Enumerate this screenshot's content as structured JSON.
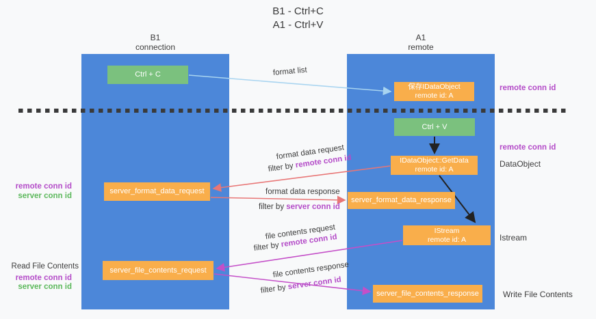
{
  "title": {
    "line1": "B1 - Ctrl+C",
    "line2": "A1 - Ctrl+V"
  },
  "lanes": {
    "left": {
      "name": "B1",
      "role": "connection"
    },
    "right": {
      "name": "A1",
      "role": "remote"
    }
  },
  "boxes": {
    "ctrl_c": "Ctrl + C",
    "ctrl_v": "Ctrl + V",
    "save_dataobject": {
      "line1": "保存IDataObject",
      "line2": "remote id: A"
    },
    "getdata": {
      "line1": "IDataObject::GetData",
      "line2": "remote id: A"
    },
    "istream": {
      "line1": "IStream",
      "line2": "remote id: A"
    },
    "format_request": "server_format_data_request",
    "format_response": "server_format_data_response",
    "file_request": "server_file_contents_request",
    "file_response": "server_file_contents_response"
  },
  "side_labels": {
    "right_remote_conn_id_1": "remote conn id",
    "right_remote_conn_id_2": "remote conn id",
    "right_dataobject": "DataObject",
    "right_istream": "Istream",
    "right_write_file_contents": "Write File Contents",
    "left_remote_conn_id_1": "remote conn id",
    "left_server_conn_id_1": "server conn id",
    "left_read_file_contents": "Read File Contents",
    "left_remote_conn_id_2": "remote conn id",
    "left_server_conn_id_2": "server conn id"
  },
  "arrow_labels": {
    "format_list": "format list",
    "format_data_request": "format data request",
    "format_data_request_filter_pre": "filter by ",
    "format_data_request_filter_em": "remote conn id",
    "format_data_response": "format data response",
    "format_data_response_filter_pre": "filter by ",
    "format_data_response_filter_em": "server conn id",
    "file_contents_request": "file contents request",
    "file_contents_request_filter_pre": "filter by ",
    "file_contents_request_filter_em": "remote conn id",
    "file_contents_response": "file contents response",
    "file_contents_response_filter_pre": "filter by ",
    "file_contents_response_filter_em": "server conn id"
  },
  "colors": {
    "bg": "#f8f9fa",
    "lane_blue": "#4c87d9",
    "box_green": "#7bc17e",
    "box_orange": "#f9ae4b",
    "arrow_blue": "#a8d4f0",
    "arrow_red": "#e87676",
    "arrow_magenta": "#c44fc8",
    "label_purple": "#b44cc8",
    "label_green": "#5cb85c",
    "dash_dark": "#3a3a3a"
  }
}
